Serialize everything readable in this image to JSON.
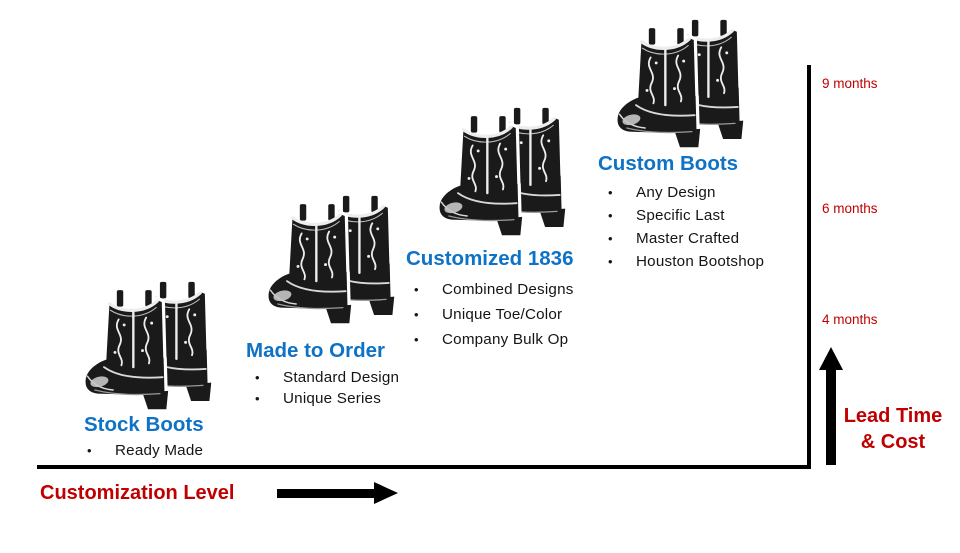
{
  "ui": {
    "bullet_char": "•"
  },
  "colors": {
    "title_blue": "#0E72C6",
    "label_red": "#C00000",
    "boot_black": "#1a1a1a",
    "axis_black": "#000000"
  },
  "tiers": [
    {
      "title": "Stock Boots",
      "icon": "cowboy-boots",
      "bullets": [
        "Ready Made"
      ]
    },
    {
      "title": "Made to Order",
      "icon": "cowboy-boots",
      "bullets": [
        "Standard Design",
        "Unique Series"
      ]
    },
    {
      "title": "Customized 1836",
      "icon": "cowboy-boots",
      "bullets": [
        "Combined Designs",
        "Unique Toe/Color",
        "Company Bulk Op"
      ]
    },
    {
      "title": "Custom Boots",
      "icon": "cowboy-boots",
      "bullets": [
        "Any Design",
        "Specific Last",
        "Master Crafted",
        "Houston Bootshop"
      ]
    }
  ],
  "x_axis": {
    "label": "Customization Level"
  },
  "y_axis": {
    "label_line1": "Lead Time",
    "label_line2": "& Cost",
    "ticks": [
      "9 months",
      "6 months",
      "4 months"
    ]
  }
}
